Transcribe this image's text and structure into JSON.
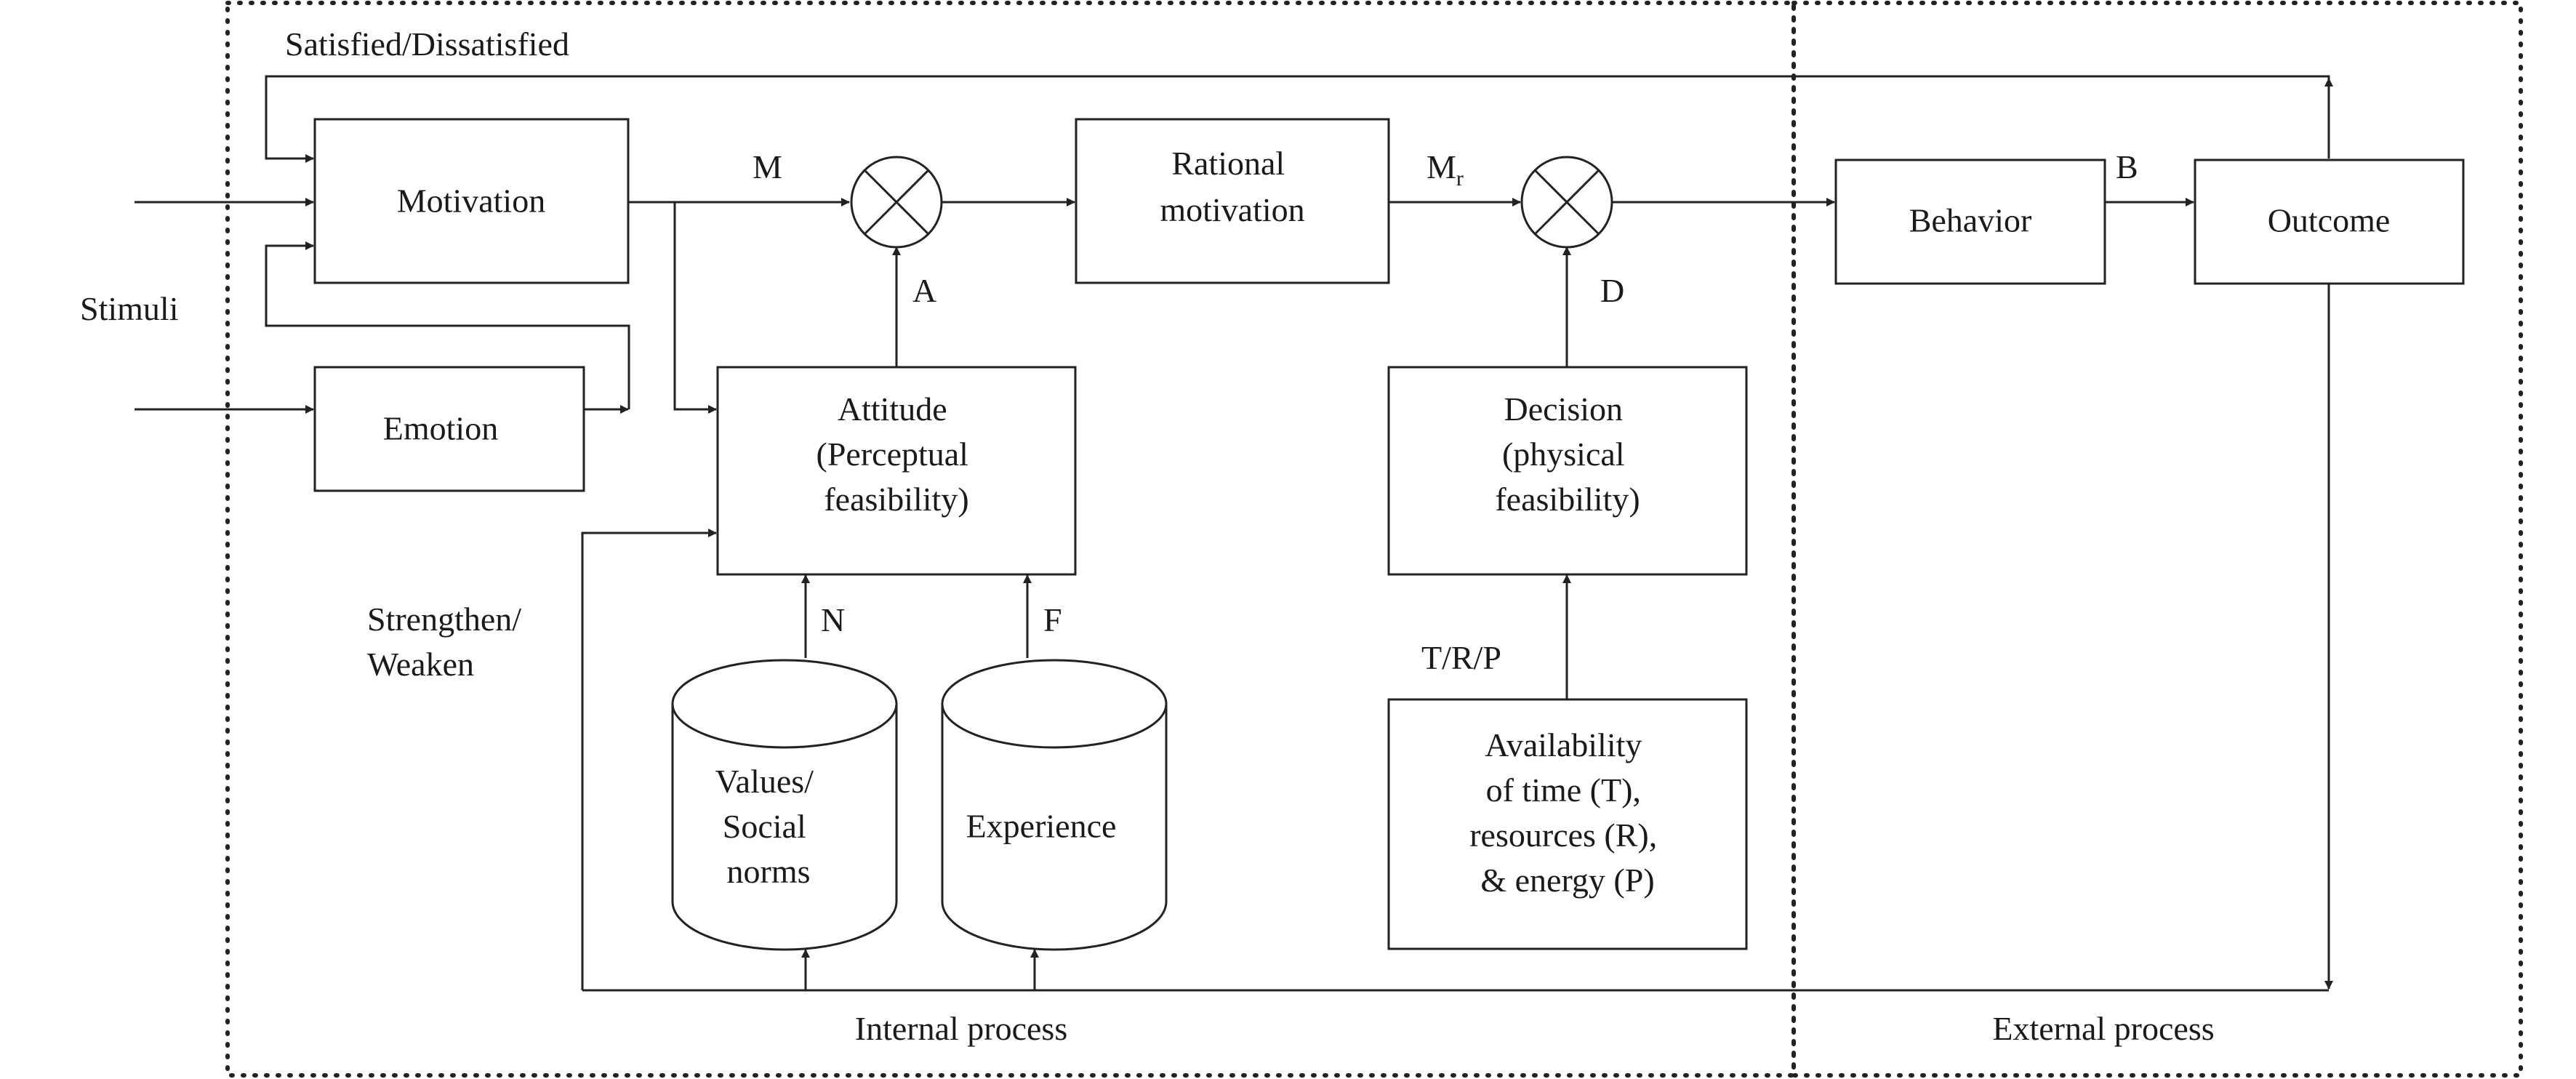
{
  "labels": {
    "satisfied": "Satisfied/Dissatisfied",
    "stimuli": "Stimuli",
    "strengthen": [
      "Strengthen/",
      "Weaken"
    ],
    "internal_process": "Internal process",
    "external_process": "External process",
    "edge_m": "M",
    "edge_mr_main": "M",
    "edge_mr_sub": "r",
    "edge_a": "A",
    "edge_d": "D",
    "edge_b": "B",
    "edge_n": "N",
    "edge_f": "F",
    "edge_trp": "T/R/P"
  },
  "boxes": {
    "motivation": "Motivation",
    "emotion": "Emotion",
    "rational": [
      "Rational",
      "motivation"
    ],
    "attitude": [
      "Attitude",
      "(Perceptual",
      "feasibility)"
    ],
    "decision": [
      "Decision",
      "(physical",
      "feasibility)"
    ],
    "availability": [
      "Availability",
      "of time (T),",
      "resources (R),",
      "& energy (P)"
    ],
    "behavior": "Behavior",
    "outcome": "Outcome"
  },
  "stores": {
    "values": [
      "Values/",
      "Social",
      "norms"
    ],
    "experience": "Experience"
  },
  "colors": {
    "stroke": "#222222",
    "text": "#1a1a1a",
    "background": "#ffffff"
  }
}
